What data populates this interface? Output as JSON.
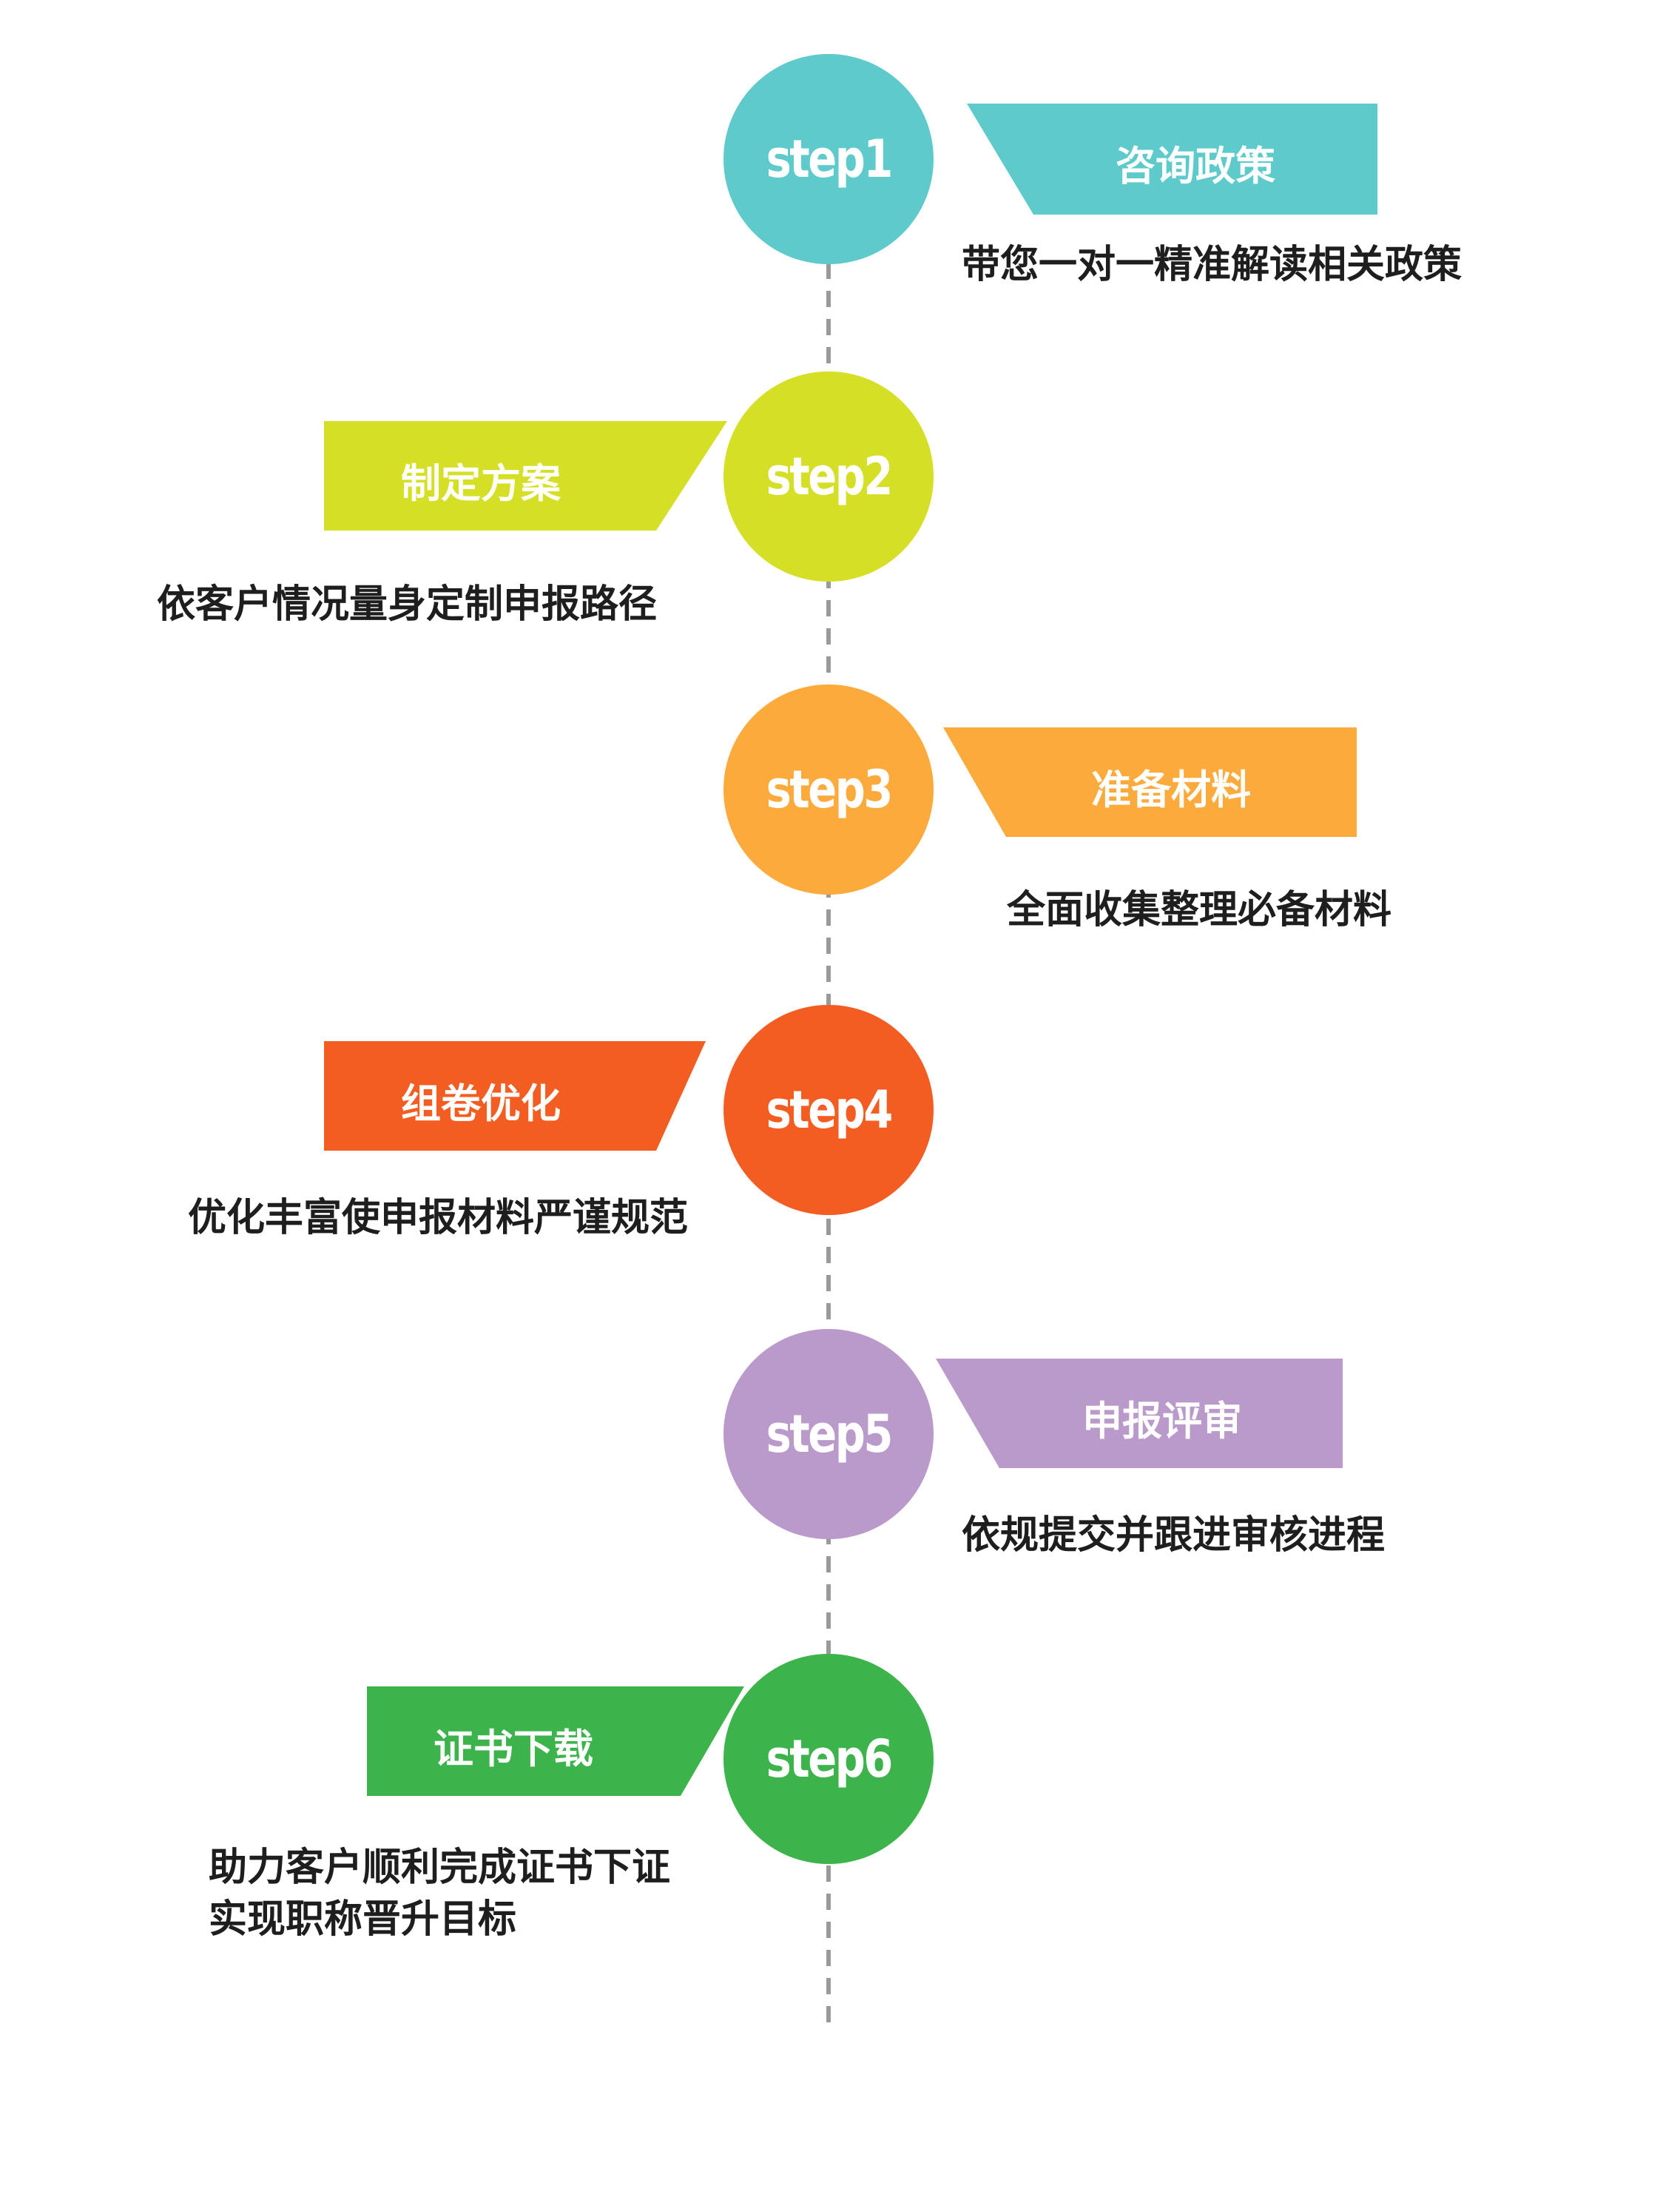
{
  "steps": [
    {
      "step": "step1",
      "tag": "咨询政策",
      "description": [
        "带您一对一精准解读相关政策"
      ],
      "color": "#5ECACB"
    },
    {
      "step": "step2",
      "tag": "制定方案",
      "description": [
        "依客户情况量身定制申报路径"
      ],
      "color": "#D5DF26"
    },
    {
      "step": "step3",
      "tag": "准备材料",
      "description": [
        "全面收集整理必备材料"
      ],
      "color": "#FBAA3B"
    },
    {
      "step": "step4",
      "tag": "组卷优化",
      "description": [
        "优化丰富使申报材料严谨规范"
      ],
      "color": "#F45D22"
    },
    {
      "step": "step5",
      "tag": "申报评审",
      "description": [
        "依规提交并跟进审核进程"
      ],
      "color": "#BA9ACA"
    },
    {
      "step": "step6",
      "tag": "证书下载",
      "description": [
        "助力客户顺利完成证书下证",
        "实现职称晋升目标"
      ],
      "color": "#3CB44B"
    }
  ],
  "line_color": "#9a9a9a"
}
